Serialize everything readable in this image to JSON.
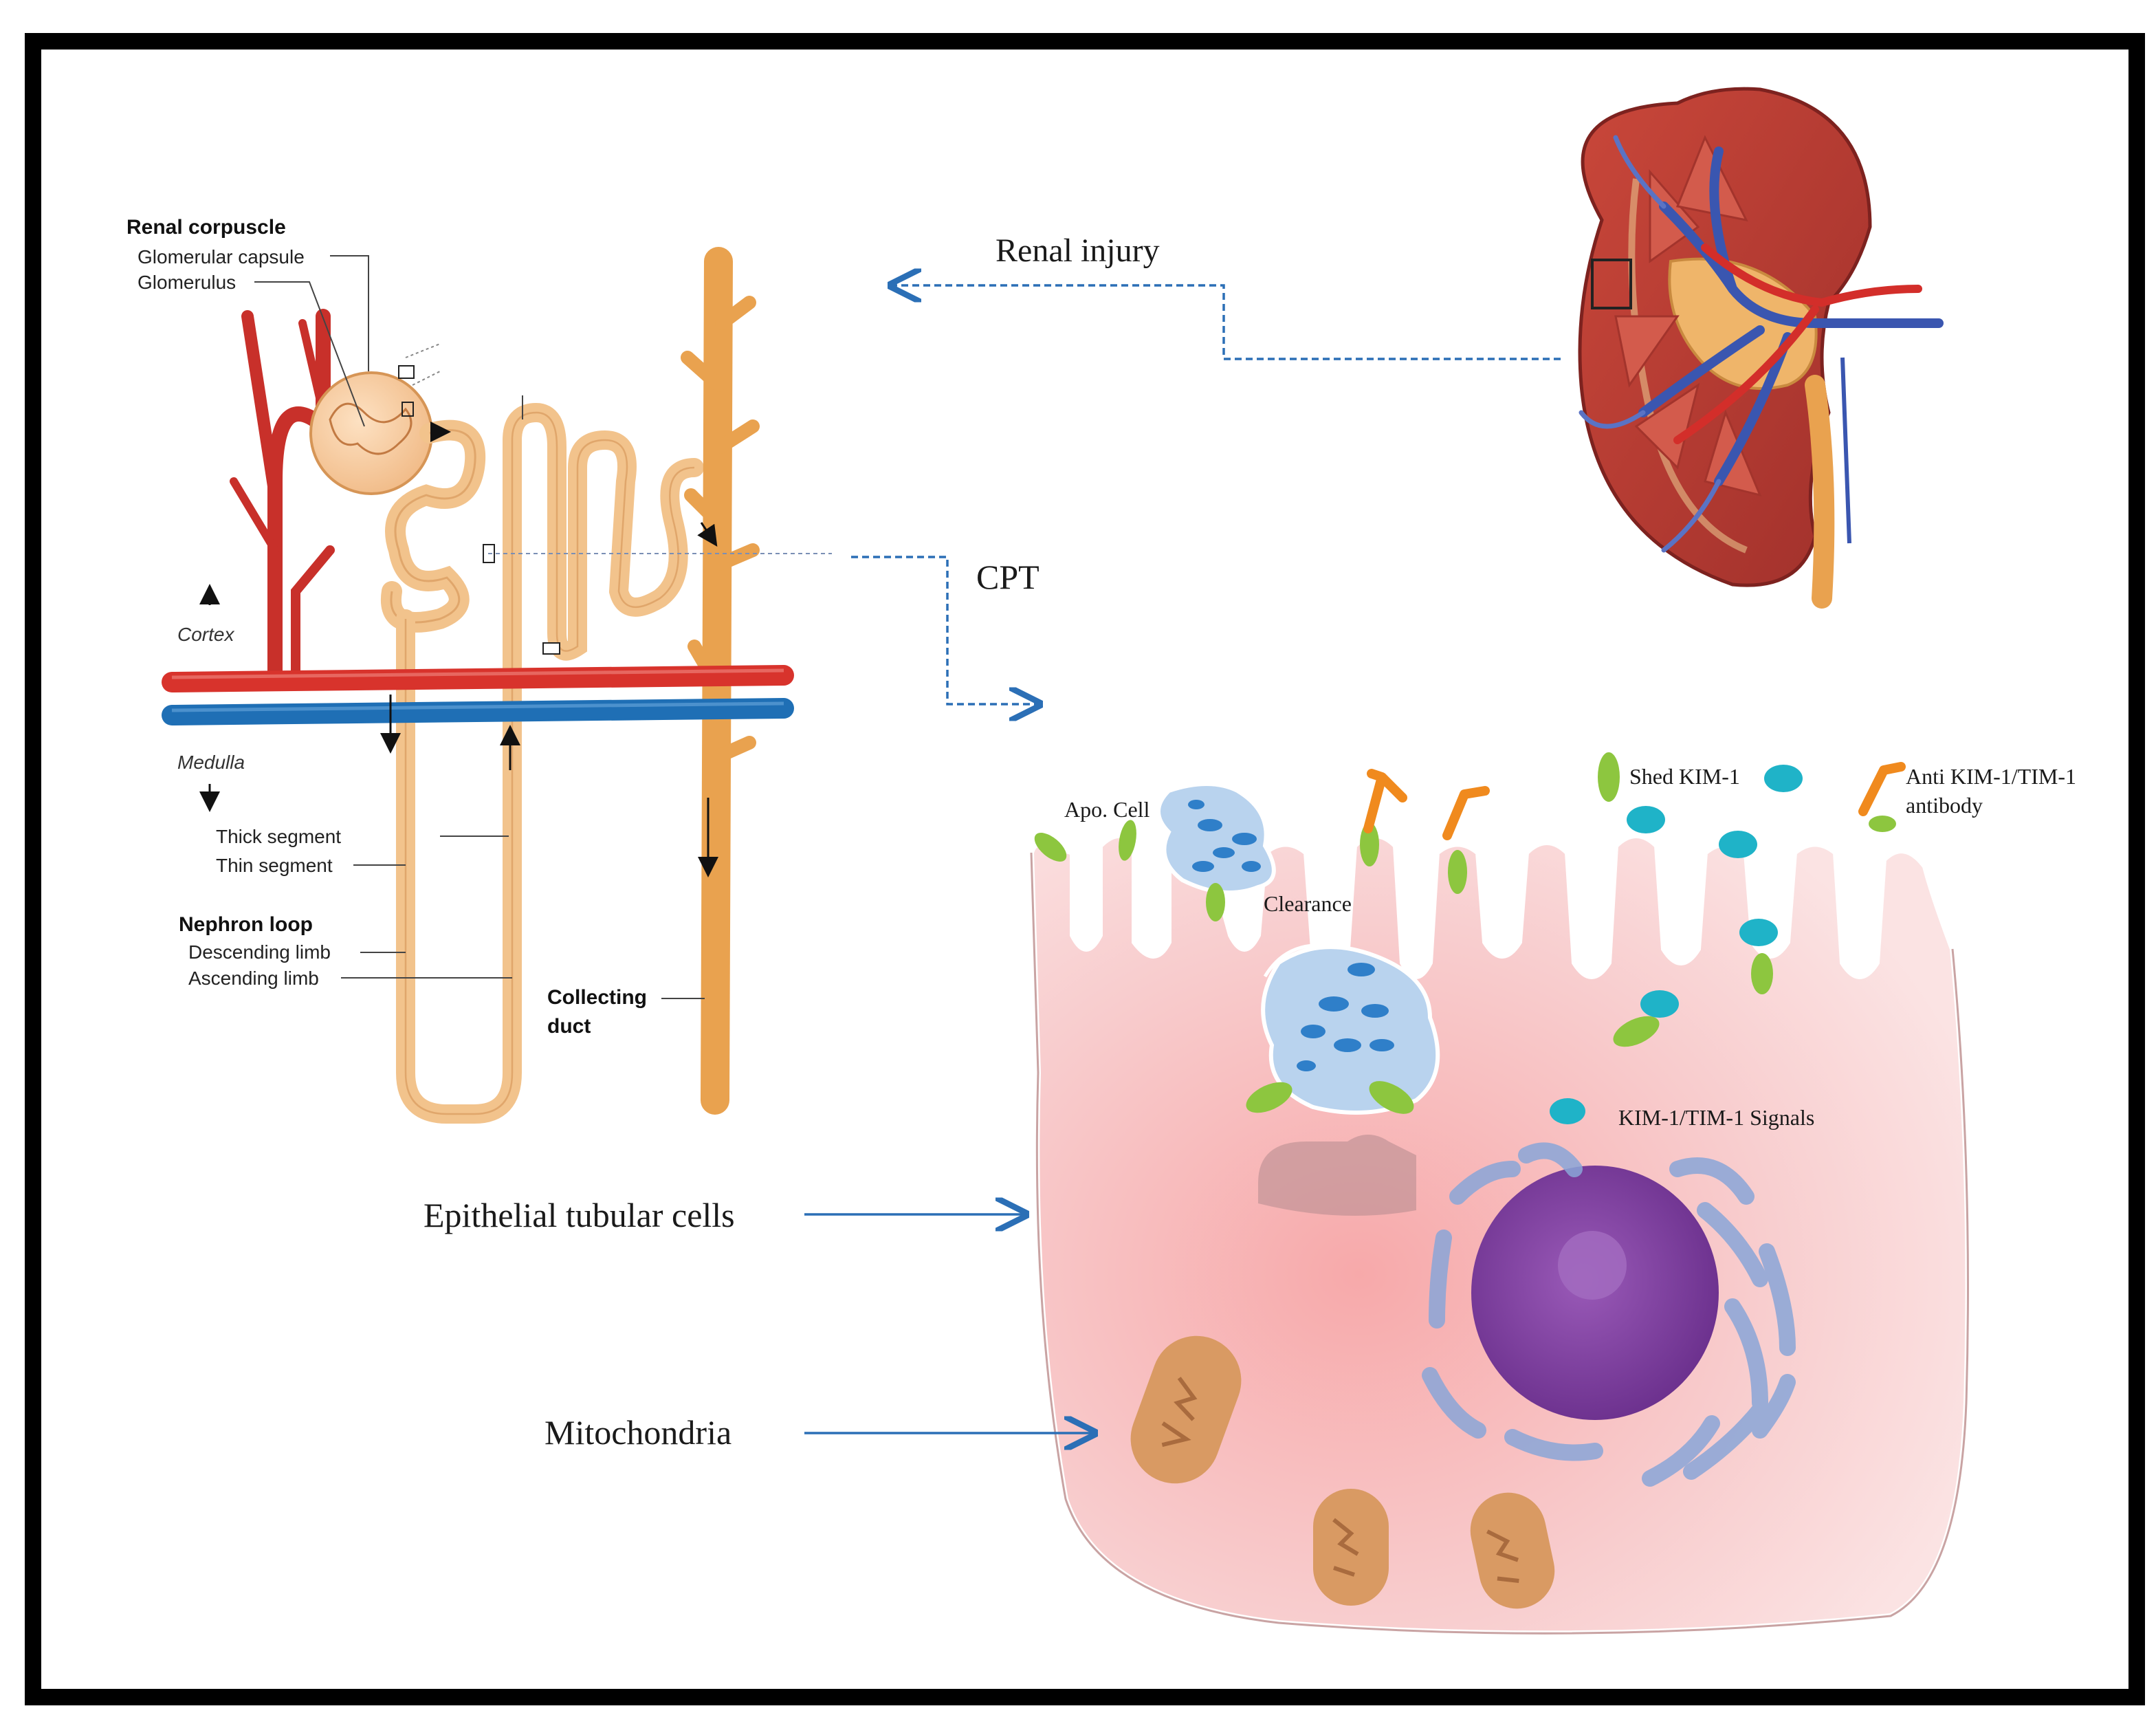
{
  "nephron": {
    "renal_corpuscle": "Renal corpuscle",
    "glomerular_capsule": "Glomerular capsule",
    "glomerulus": "Glomerulus",
    "cortex": "Cortex",
    "medulla": "Medulla",
    "thick_segment": "Thick segment",
    "thin_segment": "Thin segment",
    "nephron_loop": "Nephron loop",
    "descending_limb": "Descending limb",
    "ascending_limb": "Ascending limb",
    "collecting_duct_line1": "Collecting",
    "collecting_duct_line2": "duct"
  },
  "kidney": {
    "renal_injury": "Renal injury"
  },
  "cpt": "CPT",
  "cell": {
    "apo_cell": "Apo. Cell",
    "clearance": "Clearance",
    "shed_kim1": "Shed KIM-1",
    "anti_antibody_line1": "Anti KIM-1/TIM-1",
    "anti_antibody_line2": "antibody",
    "kim1_signals": "KIM-1/TIM-1  Signals",
    "epithelial": "Epithelial tubular cells",
    "mitochondria": "Mitochondria"
  },
  "colors": {
    "artery": "#d8332c",
    "vein": "#1f6fb5",
    "tubule": "#f2c38c",
    "duct": "#e9a24f",
    "cell_fill": "#f8c9c9",
    "receptor": "#8dc63f",
    "shed": "#1fb3c8",
    "antibody": "#f08a1e",
    "nucleus": "#7b3d9e",
    "mito": "#d99a63",
    "arrow": "#2b6fb6"
  }
}
